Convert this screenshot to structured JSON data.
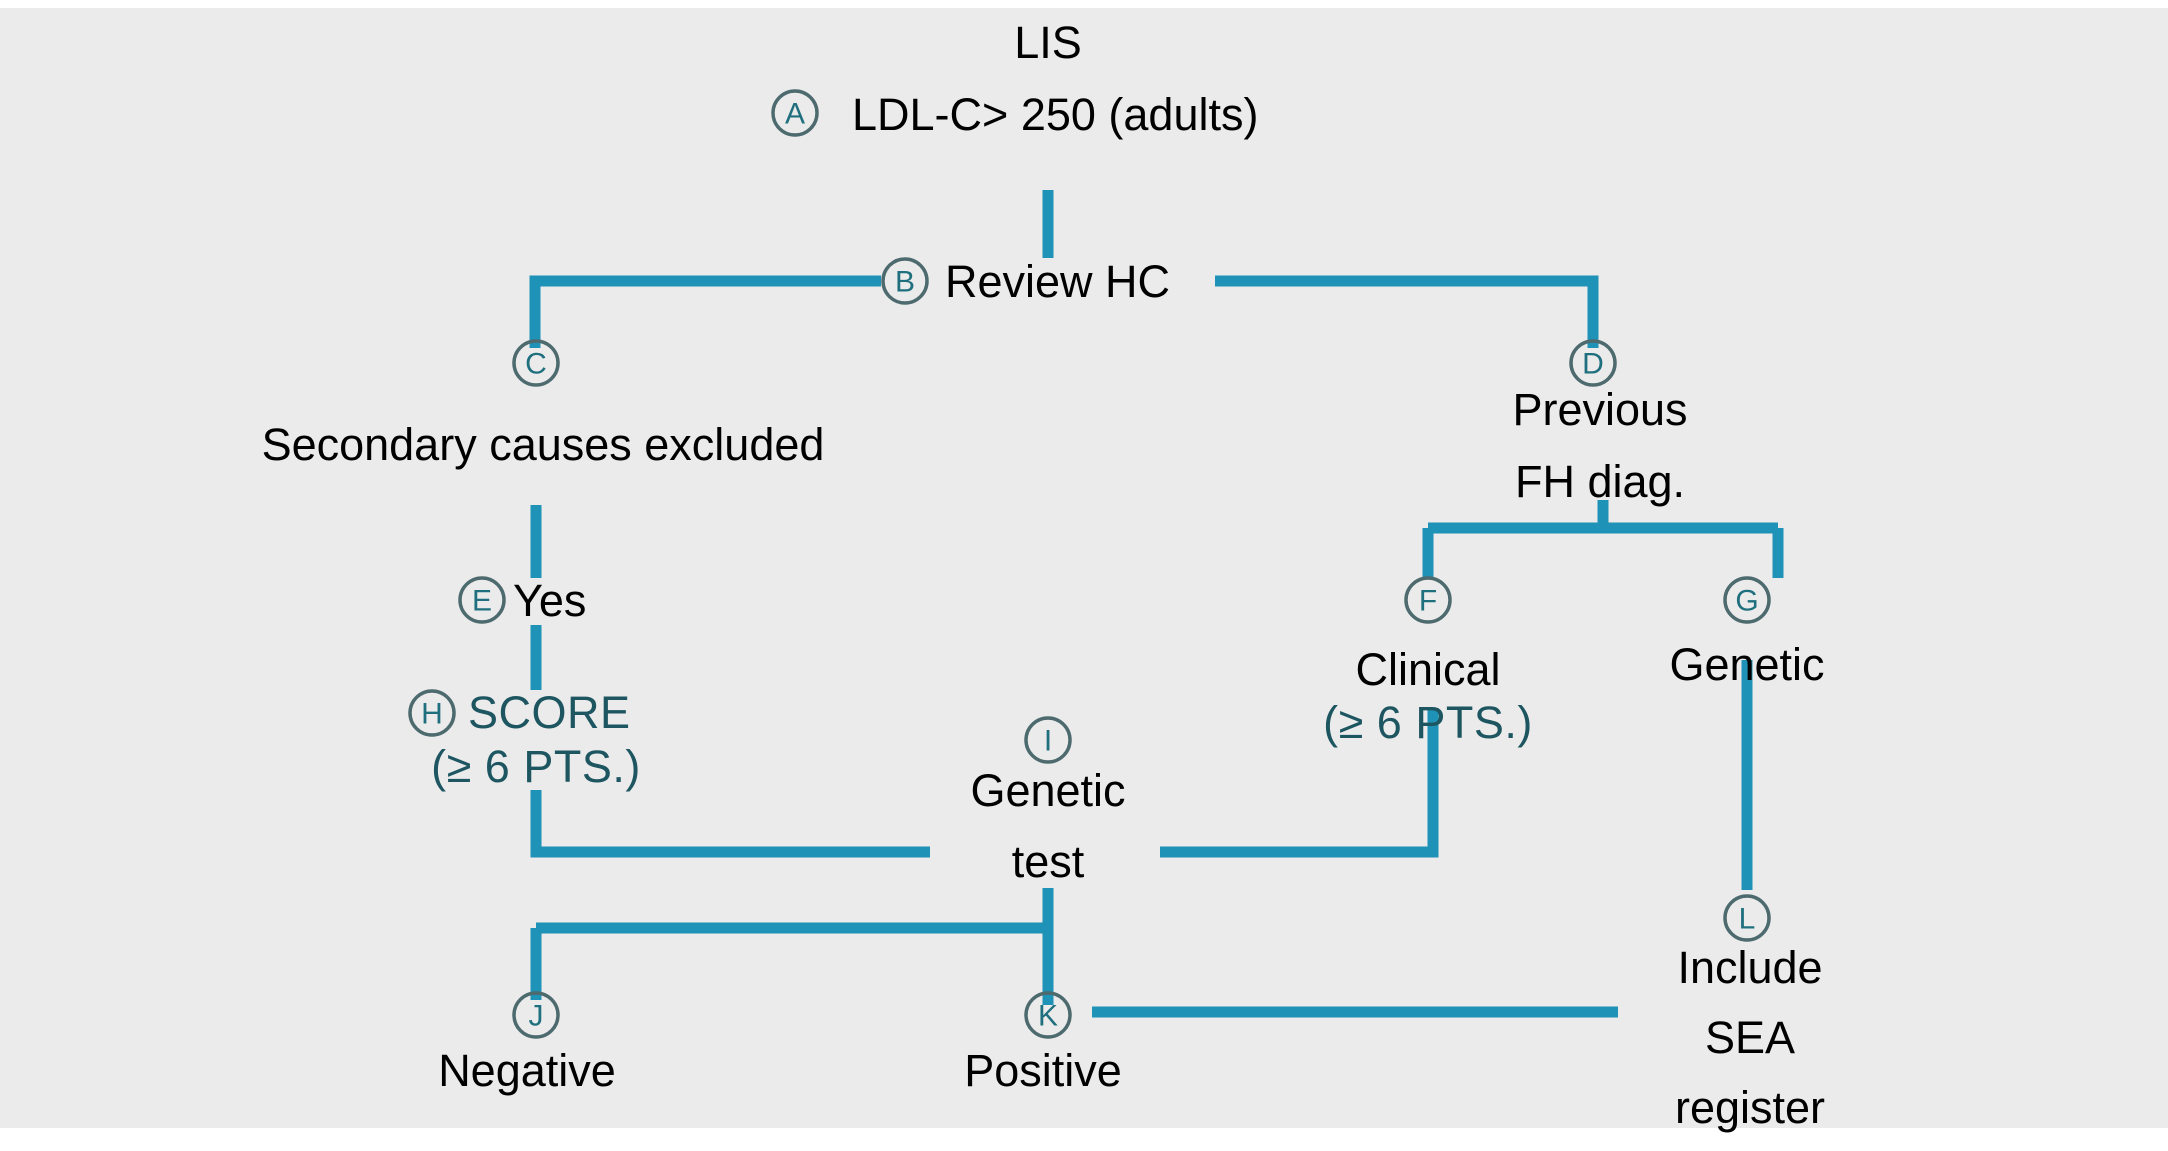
{
  "diagram": {
    "title": "LIS",
    "background_color": "#ebebeb",
    "line_color": "#1f92b7",
    "circle_stroke_color": "#4d6a6e",
    "circle_letter_color": "#1f6f7e",
    "label_color": "#000000",
    "accent_label_color": "#1d5661",
    "nodes": [
      {
        "key": "A",
        "letter": "A",
        "label": "LDL-C> 250 (adults)"
      },
      {
        "key": "B",
        "letter": "B",
        "label": "Review HC"
      },
      {
        "key": "C",
        "letter": "C",
        "label": "Secondary causes excluded"
      },
      {
        "key": "D",
        "letter": "D",
        "label_line1": "Previous",
        "label_line2": "FH diag."
      },
      {
        "key": "E",
        "letter": "E",
        "label": "Yes"
      },
      {
        "key": "F",
        "letter": "F",
        "label_line1": "Clinical",
        "label_line2": "(≥ 6 PTS.)"
      },
      {
        "key": "G",
        "letter": "G",
        "label": "Genetic"
      },
      {
        "key": "H",
        "letter": "H",
        "label_line1": "SCORE",
        "label_line2": "(≥ 6 PTS.)"
      },
      {
        "key": "I",
        "letter": "I",
        "label_line1": "Genetic",
        "label_line2": "test"
      },
      {
        "key": "J",
        "letter": "J",
        "label": "Negative"
      },
      {
        "key": "K",
        "letter": "K",
        "label": "Positive"
      },
      {
        "key": "L",
        "letter": "L",
        "label_line1": "Include",
        "label_line2": "SEA",
        "label_line3": "register"
      }
    ]
  }
}
